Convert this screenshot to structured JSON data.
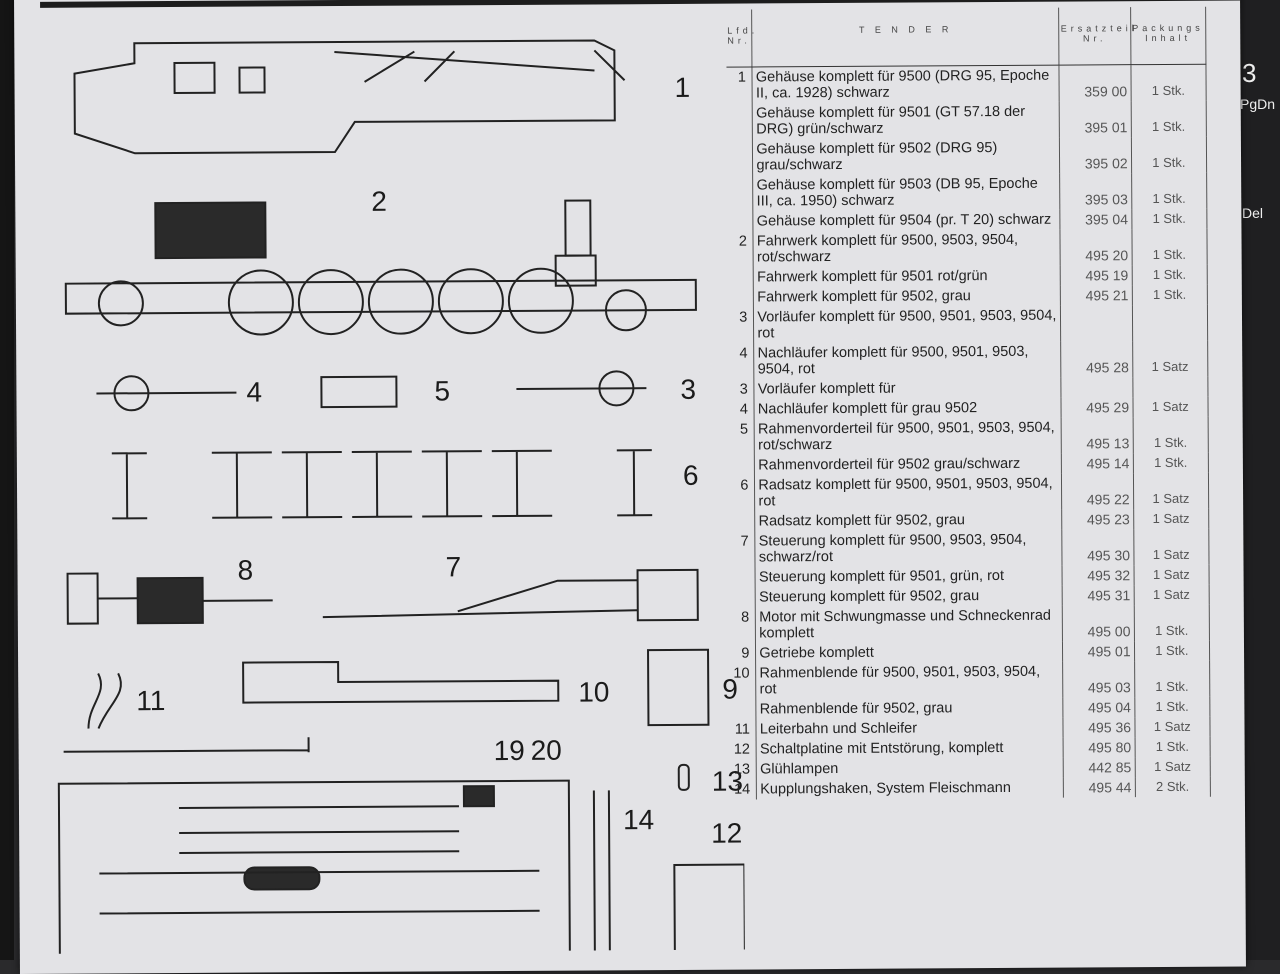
{
  "header": {
    "col_no": "Lfd. Nr.",
    "col_desc": "T E N D E R",
    "col_art": "Ersatzteil Nr.",
    "col_qty": "Packungs Inhalt"
  },
  "figure_numbers": [
    "1",
    "2",
    "4",
    "5",
    "3",
    "6",
    "8",
    "7",
    "11",
    "10",
    "9",
    "19",
    "20",
    "13",
    "14",
    "12"
  ],
  "rows": [
    {
      "no": "1",
      "desc": "Gehäuse komplett für 9500 (DRG 95, Epoche II, ca. 1928) schwarz",
      "art": "359 00",
      "qty": "1 Stk."
    },
    {
      "no": "",
      "desc": "Gehäuse komplett für 9501 (GT 57.18 der DRG) grün/schwarz",
      "art": "395 01",
      "qty": "1 Stk."
    },
    {
      "no": "",
      "desc": "Gehäuse komplett für 9502 (DRG 95) grau/schwarz",
      "art": "395 02",
      "qty": "1 Stk."
    },
    {
      "no": "",
      "desc": "Gehäuse komplett für 9503 (DB 95, Epoche III, ca. 1950) schwarz",
      "art": "395 03",
      "qty": "1 Stk."
    },
    {
      "no": "",
      "desc": "Gehäuse komplett für 9504 (pr. T 20) schwarz",
      "art": "395 04",
      "qty": "1 Stk."
    },
    {
      "no": "2",
      "desc": "Fahrwerk komplett für 9500, 9503, 9504, rot/schwarz",
      "art": "495 20",
      "qty": "1 Stk."
    },
    {
      "no": "",
      "desc": "Fahrwerk komplett für 9501 rot/grün",
      "art": "495 19",
      "qty": "1 Stk."
    },
    {
      "no": "",
      "desc": "Fahrwerk komplett für 9502, grau",
      "art": "495 21",
      "qty": "1 Stk."
    },
    {
      "no": "3",
      "desc": "Vorläufer komplett für 9500, 9501, 9503, 9504, rot",
      "art": "",
      "qty": ""
    },
    {
      "no": "4",
      "desc": "Nachläufer komplett für 9500, 9501, 9503, 9504, rot",
      "art": "495 28",
      "qty": "1 Satz"
    },
    {
      "no": "3",
      "desc": "Vorläufer komplett für",
      "art": "",
      "qty": ""
    },
    {
      "no": "4",
      "desc": "Nachläufer komplett für grau 9502",
      "art": "495 29",
      "qty": "1 Satz"
    },
    {
      "no": "5",
      "desc": "Rahmenvorderteil für 9500, 9501, 9503, 9504, rot/schwarz",
      "art": "495 13",
      "qty": "1 Stk."
    },
    {
      "no": "",
      "desc": "Rahmenvorderteil für 9502 grau/schwarz",
      "art": "495 14",
      "qty": "1 Stk."
    },
    {
      "no": "6",
      "desc": "Radsatz komplett für 9500, 9501, 9503, 9504, rot",
      "art": "495 22",
      "qty": "1 Satz"
    },
    {
      "no": "",
      "desc": "Radsatz komplett für 9502, grau",
      "art": "495 23",
      "qty": "1 Satz"
    },
    {
      "no": "7",
      "desc": "Steuerung komplett für 9500, 9503, 9504, schwarz/rot",
      "art": "495 30",
      "qty": "1 Satz"
    },
    {
      "no": "",
      "desc": "Steuerung komplett für 9501, grün, rot",
      "art": "495 32",
      "qty": "1 Satz"
    },
    {
      "no": "",
      "desc": "Steuerung komplett für 9502, grau",
      "art": "495 31",
      "qty": "1 Satz"
    },
    {
      "no": "8",
      "desc": "Motor mit Schwungmasse und Schneckenrad komplett",
      "art": "495 00",
      "qty": "1 Stk."
    },
    {
      "no": "9",
      "desc": "Getriebe komplett",
      "art": "495 01",
      "qty": "1 Stk."
    },
    {
      "no": "10",
      "desc": "Rahmenblende für 9500, 9501, 9503, 9504, rot",
      "art": "495 03",
      "qty": "1 Stk."
    },
    {
      "no": "",
      "desc": "Rahmenblende für 9502, grau",
      "art": "495 04",
      "qty": "1 Stk."
    },
    {
      "no": "11",
      "desc": "Leiterbahn und Schleifer",
      "art": "495 36",
      "qty": "1 Satz"
    },
    {
      "no": "12",
      "desc": "Schaltplatine mit Entstörung, komplett",
      "art": "495 80",
      "qty": "1 Stk."
    },
    {
      "no": "13",
      "desc": "Glühlampen",
      "art": "442 85",
      "qty": "1 Satz"
    },
    {
      "no": "14",
      "desc": "Kupplungshaken, System Fleischmann",
      "art": "495 44",
      "qty": "2 Stk."
    }
  ],
  "keyboard": {
    "k1": "3",
    "k2": "PgDn",
    "k3": "Del"
  }
}
